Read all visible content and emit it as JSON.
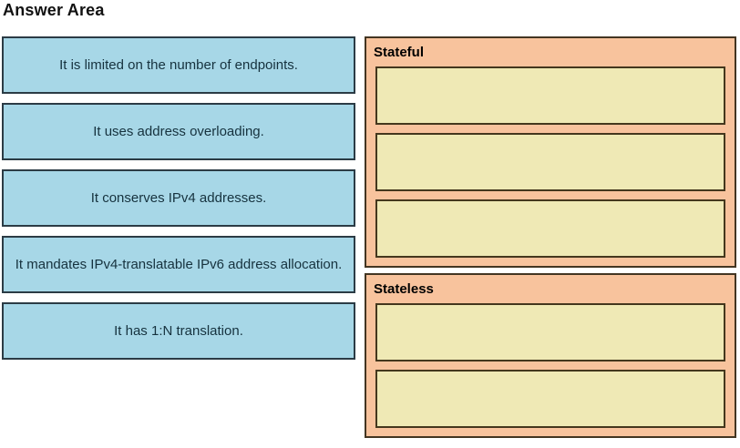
{
  "title": "Answer Area",
  "options": [
    "It is limited on the number of endpoints.",
    "It uses address overloading.",
    "It conserves IPv4 addresses.",
    "It mandates IPv4-translatable IPv6 address allocation.",
    "It has 1:N translation."
  ],
  "groups": [
    {
      "label": "Stateful",
      "slot_count": 3
    },
    {
      "label": "Stateless",
      "slot_count": 2
    }
  ],
  "colors": {
    "option_fill": "#a7d7e7",
    "option_border": "#2b3b45",
    "option_text": "#16323e",
    "panel_fill": "#f8c39d",
    "panel_border": "#433522",
    "slot_fill": "#efe9b5",
    "slot_border": "#44371d",
    "title_text": "#111111",
    "background": "#ffffff"
  }
}
